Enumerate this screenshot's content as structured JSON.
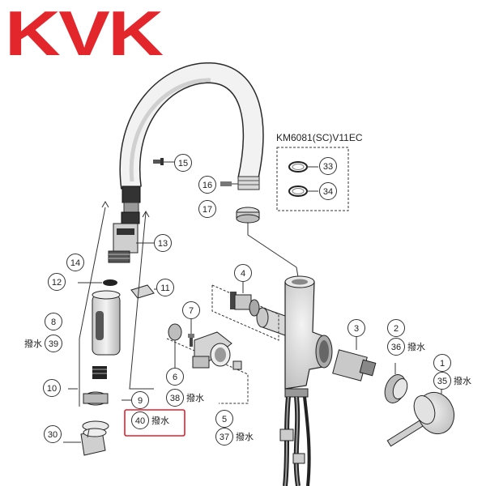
{
  "brand": {
    "name": "KVK",
    "color": "#e3262b"
  },
  "kit_label": "KM6081(SC)V11EC",
  "highlight_color": "#e0212f",
  "callouts": [
    {
      "num": "1"
    },
    {
      "num": "2"
    },
    {
      "num": "3"
    },
    {
      "num": "4"
    },
    {
      "num": "5"
    },
    {
      "num": "6"
    },
    {
      "num": "7"
    },
    {
      "num": "8"
    },
    {
      "num": "9"
    },
    {
      "num": "10"
    },
    {
      "num": "11"
    },
    {
      "num": "12"
    },
    {
      "num": "13"
    },
    {
      "num": "14"
    },
    {
      "num": "15"
    },
    {
      "num": "16"
    },
    {
      "num": "17"
    },
    {
      "num": "30"
    },
    {
      "num": "33"
    },
    {
      "num": "34"
    },
    {
      "num": "35",
      "note": "撥水"
    },
    {
      "num": "36",
      "note": "撥水"
    },
    {
      "num": "37",
      "note": "撥水"
    },
    {
      "num": "38",
      "note": "撥水"
    },
    {
      "num": "39",
      "note": "撥水"
    },
    {
      "num": "40",
      "note": "撥水",
      "highlighted": true
    }
  ]
}
